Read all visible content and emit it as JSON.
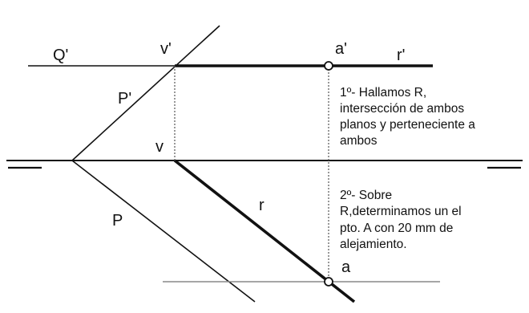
{
  "labels": {
    "Q_prime": "Q'",
    "v_prime": "v'",
    "a_prime": "a'",
    "r_prime": "r'",
    "P_prime": "P'",
    "v": "v",
    "r": "r",
    "P": "P",
    "a": "a"
  },
  "notes": {
    "step1": [
      "1º- Hallamos R,",
      "intersección de ambos",
      "planos y perteneciente a",
      "ambos"
    ],
    "step2": [
      "2º- Sobre",
      "R,determinamos un el",
      "pto. A con 20 mm de",
      "alejamiento."
    ]
  },
  "colors": {
    "line": "#111111",
    "ground_line": "#888888",
    "dotted": "#555555"
  }
}
